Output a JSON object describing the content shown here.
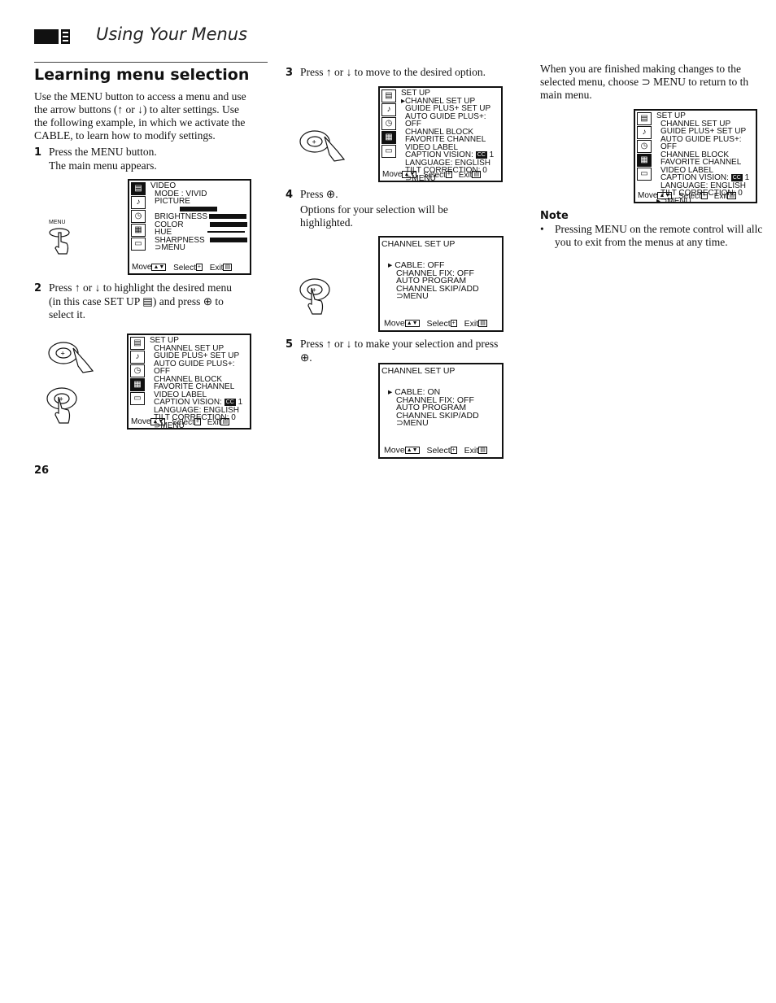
{
  "header": {
    "title": "Using Your Menus"
  },
  "section": {
    "title": "Learning menu selection"
  },
  "intro": [
    "Use the MENU button to access a menu and use",
    "the arrow buttons (↑ or ↓) to alter settings. Use",
    "the following example, in which we activate the",
    "CABLE, to learn how to modify settings."
  ],
  "steps": {
    "s1": {
      "num": "1",
      "line1": "Press the MENU button.",
      "line2": "The main menu appears."
    },
    "s2": {
      "num": "2",
      "lines": [
        "Press ↑ or ↓ to highlight the desired menu",
        "(in this case SET UP ▤) and press ⊕ to",
        "select it."
      ]
    },
    "s3": {
      "num": "3",
      "line1": "Press ↑ or ↓ to move to the desired option."
    },
    "s4": {
      "num": "4",
      "line1": "Press ⊕.",
      "lines": [
        "Options for your selection will be",
        "highlighted."
      ]
    },
    "s5": {
      "num": "5",
      "lines": [
        "Press ↑ or ↓ to make your selection and press",
        "⊕."
      ]
    }
  },
  "remote": {
    "menu_label": "MENU"
  },
  "video_menu": {
    "items": [
      "VIDEO",
      "MODE : VIVID",
      "PICTURE",
      "BRIGHTNESS",
      "COLOR",
      "HUE",
      "SHARPNESS",
      "⊃MENU"
    ],
    "foot": {
      "move": "Move",
      "select": "Select",
      "exit": "Exit"
    }
  },
  "setup_menu": {
    "items": [
      "SET UP",
      "CHANNEL SET UP",
      "GUIDE PLUS+ SET UP",
      "AUTO GUIDE PLUS+: OFF",
      "CHANNEL BLOCK",
      "FAVORITE CHANNEL",
      "VIDEO LABEL",
      "CAPTION VISION:",
      "LANGUAGE:  ENGLISH",
      "TILT CORRECTION:  0",
      "⊃MENU"
    ],
    "caption_value": "1",
    "menu_key": "MENU",
    "foot": {
      "move": "Move",
      "select": "Select",
      "exit": "Exit"
    }
  },
  "channel_menu_1": {
    "title": "CHANNEL SET UP",
    "options": [
      "CABLE: OFF",
      "CHANNEL FIX: OFF",
      "AUTO PROGRAM",
      "CHANNEL SKIP/ADD",
      "⊃MENU"
    ],
    "foot": {
      "move": "Move",
      "select": "Select",
      "exit": "Exit"
    }
  },
  "channel_menu_2": {
    "title": "CHANNEL SET UP",
    "options": [
      "CABLE: ON",
      "CHANNEL FIX: OFF",
      "AUTO PROGRAM",
      "CHANNEL SKIP/ADD",
      "⊃MENU"
    ],
    "foot": {
      "move": "Move",
      "select": "Select",
      "exit": "Exit"
    }
  },
  "finish": {
    "lines": [
      "When you are finished making changes to the",
      "selected menu, choose ⊃ MENU to return to th",
      "main menu."
    ]
  },
  "note": {
    "title": "Note",
    "text_lines": [
      "Pressing MENU on the remote control will allc",
      "you to exit from the menus at any time."
    ]
  },
  "page_number": "26"
}
